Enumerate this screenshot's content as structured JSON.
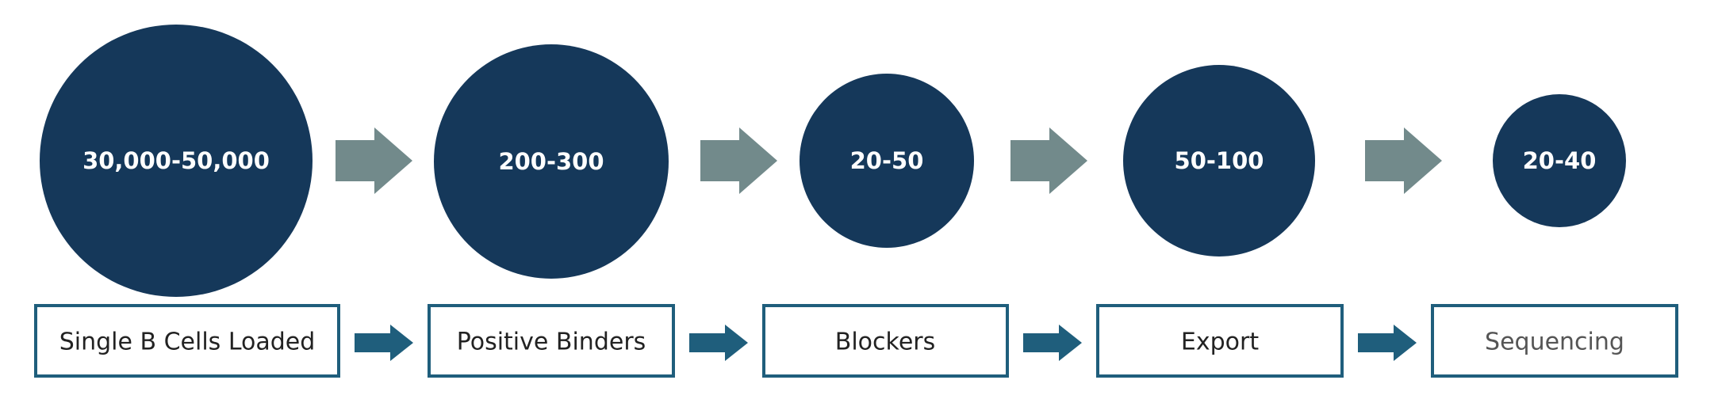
{
  "colors": {
    "circle_fill": "#15385a",
    "circle_text": "#ffffff",
    "upper_arrow": "#728a8b",
    "lower_arrow": "#1f5e7c",
    "box_border": "#1f5e7c",
    "box_text": "#222222",
    "box_text_faded": "#555555"
  },
  "stages": [
    {
      "count": "30,000-50,000",
      "label": "Single B Cells Loaded"
    },
    {
      "count": "200-300",
      "label": "Positive Binders"
    },
    {
      "count": "20-50",
      "label": "Blockers"
    },
    {
      "count": "50-100",
      "label": "Export"
    },
    {
      "count": "20-40",
      "label": "Sequencing"
    }
  ],
  "icons": {
    "upper_arrow": "arrow-right-icon",
    "lower_arrow": "arrow-right-icon"
  }
}
